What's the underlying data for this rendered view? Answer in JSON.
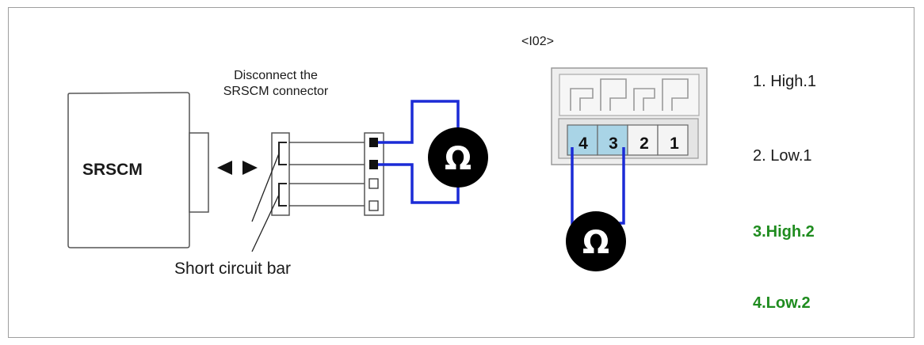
{
  "left_diagram": {
    "module_label": "SRSCM",
    "disconnect_label_line1": "Disconnect the",
    "disconnect_label_line2": "SRSCM connector",
    "short_bar_label": "Short circuit bar",
    "ohm_symbol": "Ω",
    "arrow_icon": "double-headed-arrow"
  },
  "connector": {
    "id": "<I02>",
    "pins": [
      "4",
      "3",
      "2",
      "1"
    ],
    "ohm_symbol": "Ω"
  },
  "legend": {
    "item1": "1. High.1",
    "item2": "2. Low.1",
    "item3": "3.High.2",
    "item4": "4.Low.2"
  },
  "colors": {
    "wire": "#1b2bd6",
    "highlight_text": "#1f8c1f",
    "pin_highlight": "#a9d4e6",
    "meter": "#000000"
  }
}
